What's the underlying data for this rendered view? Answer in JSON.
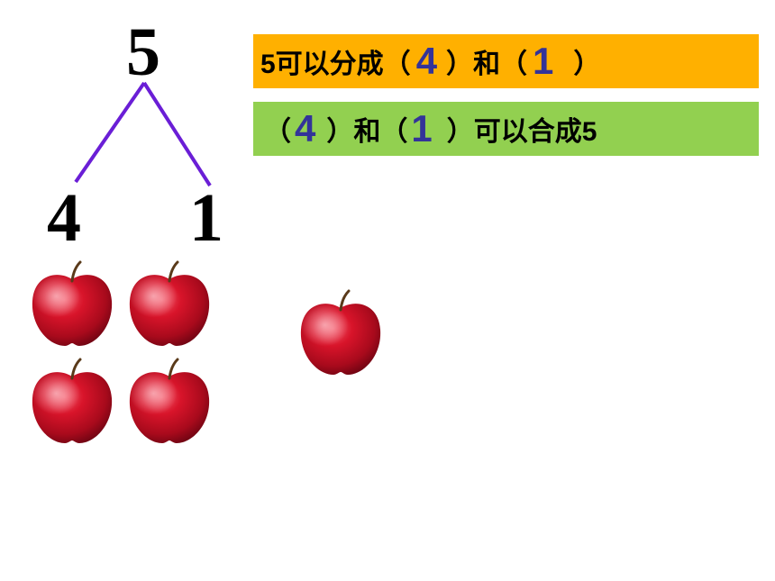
{
  "diagram": {
    "total": "5",
    "left_part": "4",
    "right_part": "1",
    "line_color": "#6A1ED6"
  },
  "sentence1": {
    "prefix": "5可以分成（",
    "answer1": "4",
    "middle": "）和（",
    "answer2": "1",
    "suffix": "）",
    "background": "#FFB000"
  },
  "sentence2": {
    "open1": "（",
    "answer1": "4",
    "middle": "）和（",
    "answer2": "1",
    "suffix": "）可以合成5",
    "background": "#92D050"
  },
  "apples": {
    "left_group_count": 4,
    "right_group_count": 1,
    "icon": "red-apple-icon"
  }
}
